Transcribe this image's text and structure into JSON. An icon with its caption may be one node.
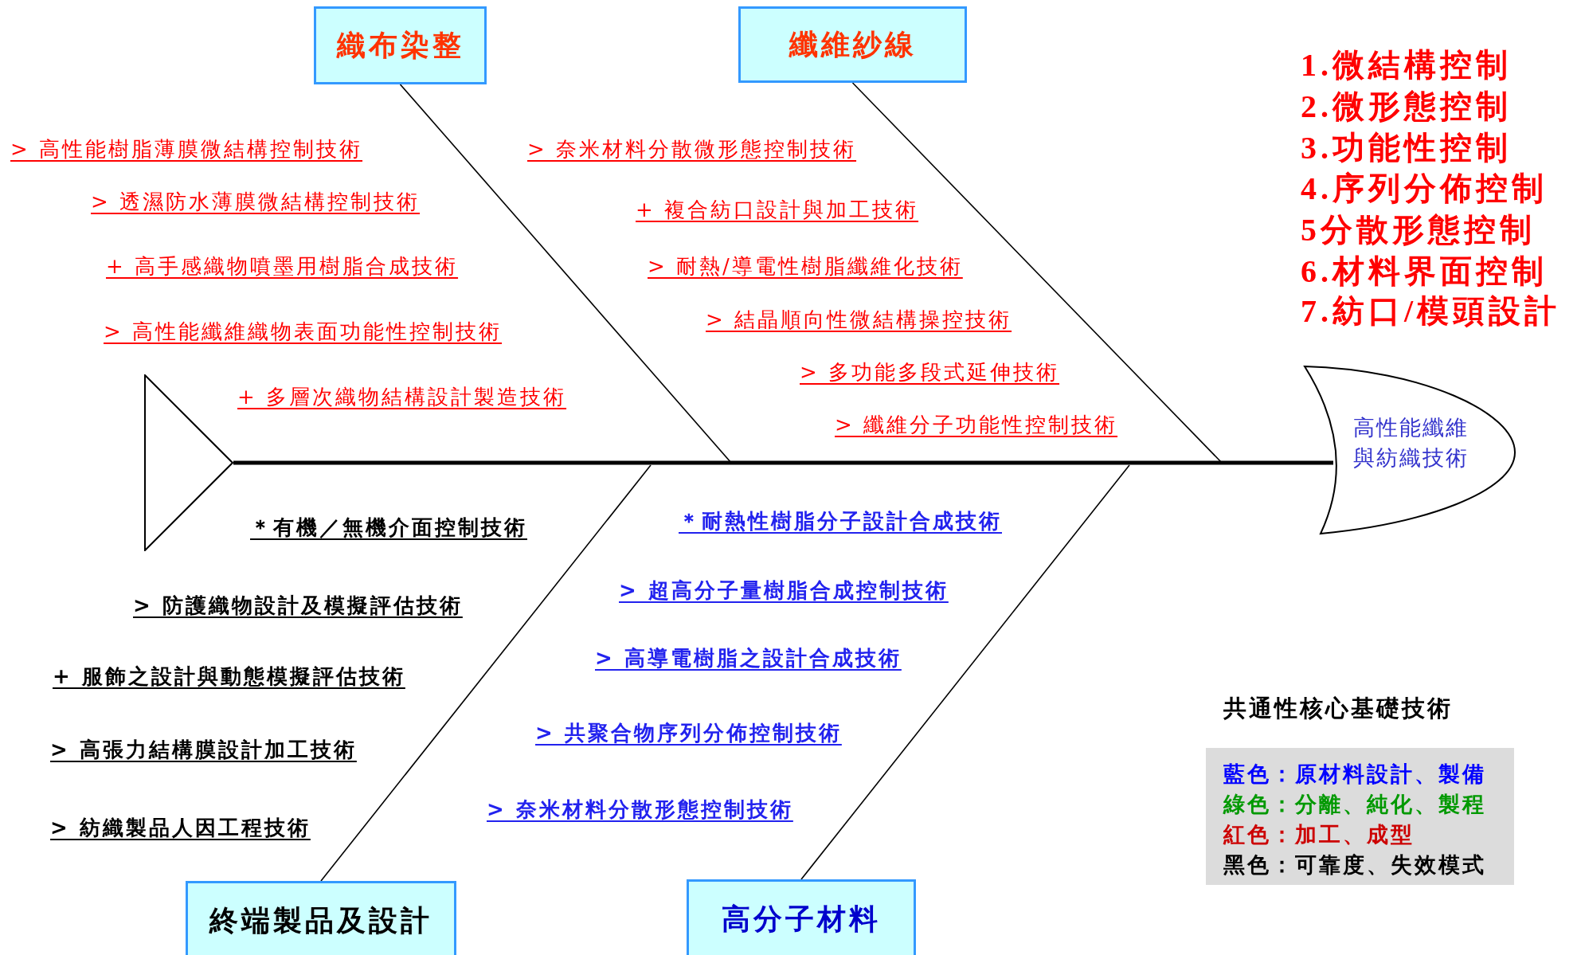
{
  "diagram": {
    "nodes": [
      {
        "text": [
          "織布染整"
        ]
      },
      {
        "text": [
          "纖維紗線"
        ]
      },
      {
        "text": [],
        "shape": "triangle"
      },
      {
        "text": [
          "高性能纖維與紡織技術"
        ]
      },
      {
        "text": [
          "終端製品及設計"
        ]
      },
      {
        "text": [
          "高分子材料"
        ]
      }
    ],
    "edges": [
      {
        "from": 2,
        "to": 3,
        "arrow": "none",
        "style": "thick"
      },
      {
        "from": 0,
        "to": null,
        "arrow": "none"
      },
      {
        "from": 1,
        "to": null,
        "arrow": "none"
      },
      {
        "from": 4,
        "to": null,
        "arrow": "none"
      },
      {
        "from": 5,
        "to": null,
        "arrow": "none"
      }
    ],
    "labels": [
      "> 高性能樹脂薄膜微結構控制技術",
      "> 透濕防水薄膜微結構控制技術",
      "+ 高手感織物噴墨用樹脂合成技術",
      "> 高性能纖維織物表面功能性控制技術",
      "+ 多層次織物結構設計製造技術",
      "> 奈米材料分散微形態控制技術",
      "+ 複合紡口設計與加工技術",
      "> 耐熱/導電性樹脂纖維化技術",
      "> 結晶順向性微結構操控技術",
      "> 多功能多段式延伸技術",
      "> 纖維分子功能性控制技術",
      "＊有機／無機介面控制技術",
      "> 防護織物設計及模擬評估技術",
      "+ 服飾之設計與動態模擬評估技術",
      "> 高張力結構膜設計加工技術",
      "> 紡織製品人因工程技術",
      "＊耐熱性樹脂分子設計合成技術",
      "> 超高分子量樹脂合成控制技術",
      "> 高導電樹脂之設計合成技術",
      "> 共聚合物序列分佈控制技術",
      "> 奈米材料分散形態控制技術",
      "1.微結構控制",
      "2.微形態控制",
      "3.功能性控制",
      "4.序列分佈控制",
      "5分散形態控制",
      "6.材料界面控制",
      "7.紡口/模頭設計",
      "共通性核心基礎技術",
      "藍色：原材料設計、製備",
      "綠色：分離、純化、製程",
      "紅色：加工、成型",
      "黑色：可靠度、失效模式"
    ]
  }
}
